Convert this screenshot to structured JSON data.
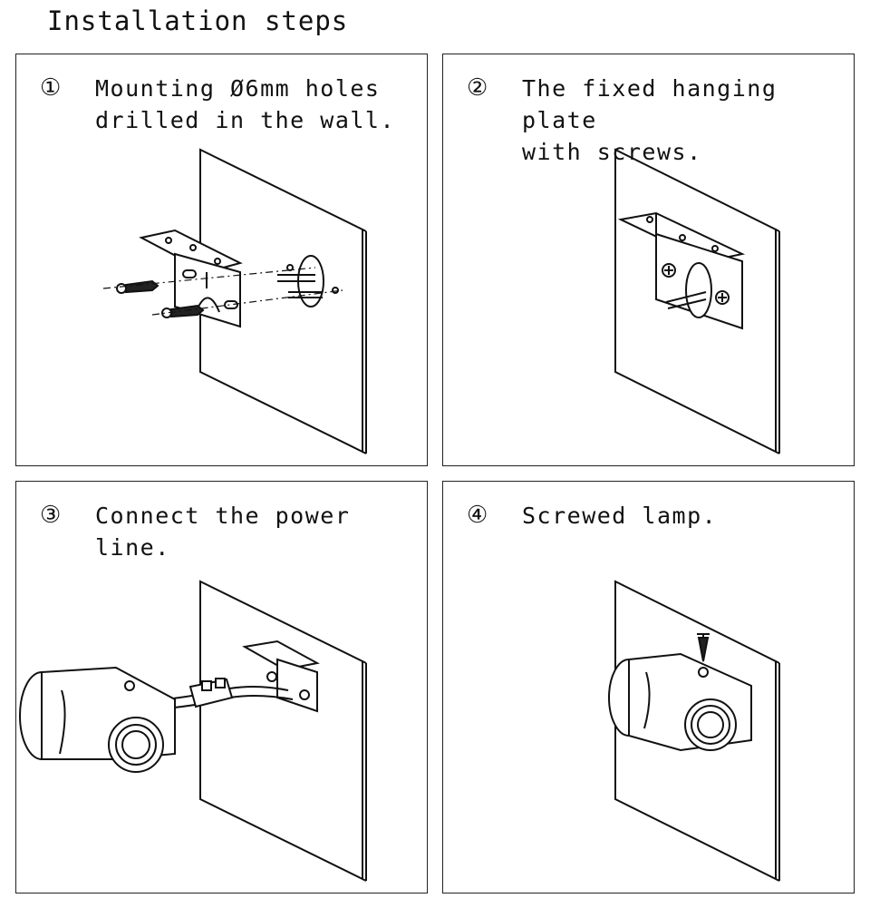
{
  "title": "Installation steps",
  "steps": [
    {
      "number": "①",
      "text": "Mounting Ø6mm holes\ndrilled in the wall."
    },
    {
      "number": "②",
      "text": "The fixed hanging plate\nwith screws."
    },
    {
      "number": "③",
      "text": "Connect the power line."
    },
    {
      "number": "④",
      "text": "Screwed lamp."
    }
  ]
}
